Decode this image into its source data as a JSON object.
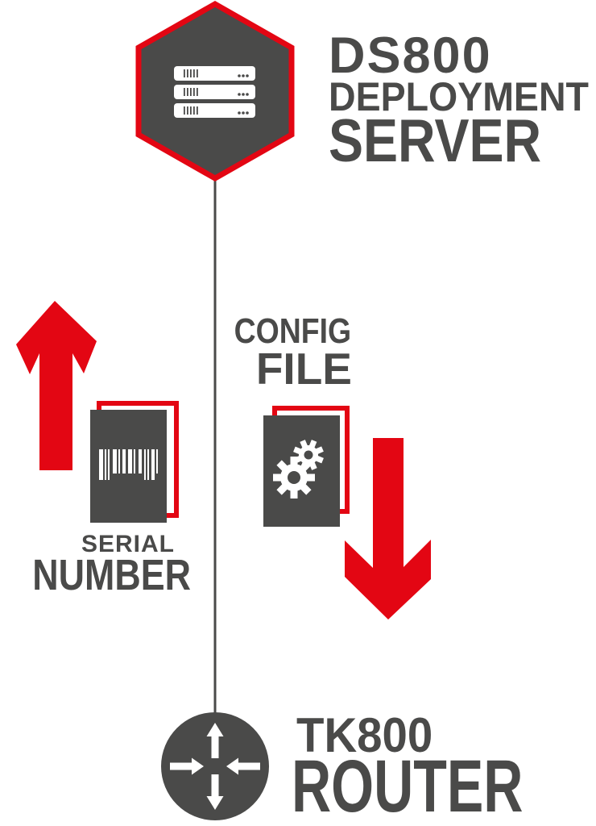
{
  "colors": {
    "dark_gray": "#4a4a49",
    "red": "#e30613",
    "white": "#ffffff"
  },
  "diagram": {
    "server": {
      "title_line1": "DS800",
      "title_line2": "DEPLOYMENT",
      "title_line3": "SERVER",
      "icon": "server-rack-icon"
    },
    "upload": {
      "label_line1": "SERIAL",
      "label_line2": "NUMBER",
      "icon": "barcode-document-icon",
      "arrow": "up-arrow-icon"
    },
    "download": {
      "label_line1": "CONFIG",
      "label_line2": "FILE",
      "icon": "gears-document-icon",
      "arrow": "down-arrow-icon"
    },
    "router": {
      "title_line1": "TK800",
      "title_line2": "ROUTER",
      "icon": "router-icon"
    }
  }
}
